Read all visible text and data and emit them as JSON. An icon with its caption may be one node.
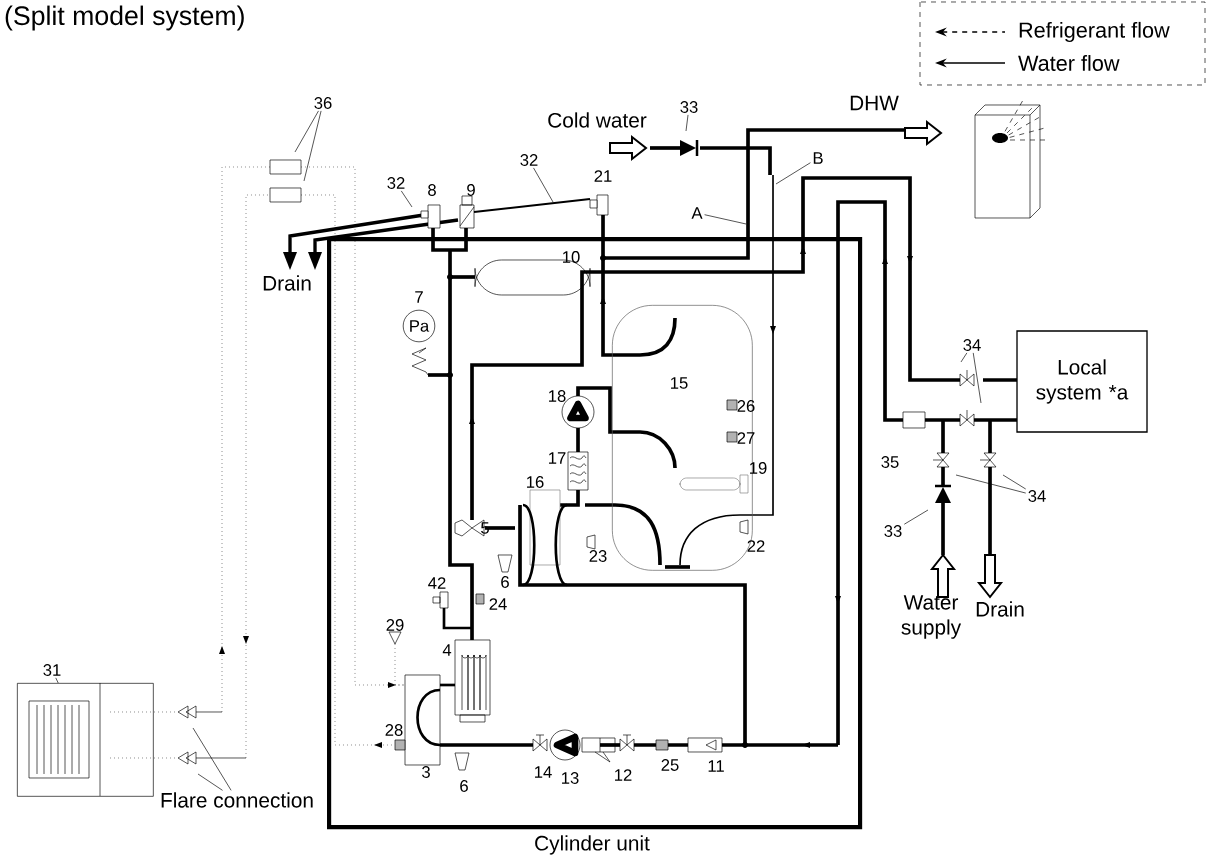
{
  "diagram": {
    "title": "(Split model system)",
    "nodes": [
      {
        "text": [
          "Cylinder unit"
        ]
      },
      {
        "text": [
          "Local system *a"
        ]
      },
      {
        "text": [
          "15"
        ],
        "in": 0
      },
      {
        "text": [
          "Pa"
        ],
        "beside": [
          "7"
        ],
        "in": 0
      },
      {
        "text": [],
        "shape": "picture"
      },
      {
        "text": [
          "31"
        ]
      },
      {
        "text": [
          "Flare connection"
        ]
      },
      {
        "text": [
          "36"
        ]
      },
      {
        "text": [
          "32"
        ]
      },
      {
        "text": [
          "32"
        ]
      },
      {
        "text": [
          "33"
        ]
      },
      {
        "text": [
          "A"
        ]
      },
      {
        "text": [
          "B"
        ]
      },
      {
        "text": [
          "34"
        ]
      },
      {
        "text": [
          "34"
        ]
      },
      {
        "text": [
          "33"
        ]
      }
    ],
    "edges": [
      {
        "from": 5,
        "to": 4,
        "arrow": "none"
      },
      {
        "from": 6,
        "to": null,
        "arrow": "none"
      },
      {
        "from": 6,
        "to": null,
        "arrow": "none"
      },
      {
        "from": 7,
        "to": null,
        "arrow": "none"
      },
      {
        "from": 7,
        "to": null,
        "arrow": "none"
      },
      {
        "from": 8,
        "to": null,
        "arrow": "none"
      },
      {
        "from": 9,
        "to": null,
        "arrow": "none"
      },
      {
        "from": 10,
        "to": null,
        "arrow": "none"
      },
      {
        "from": 11,
        "to": null,
        "arrow": "none"
      },
      {
        "from": 12,
        "to": null,
        "arrow": "none"
      },
      {
        "from": 13,
        "to": null,
        "arrow": "none"
      },
      {
        "from": 13,
        "to": null,
        "arrow": "none"
      },
      {
        "from": 14,
        "to": null,
        "arrow": "none"
      },
      {
        "from": 14,
        "to": null,
        "arrow": "none"
      },
      {
        "from": 15,
        "to": null,
        "arrow": "none"
      }
    ],
    "labels": [
      "Cold water",
      "DHW",
      "8",
      "9",
      "21",
      "Drain",
      "10",
      "18",
      "26",
      "27",
      "17",
      "19",
      "16",
      "5",
      "23",
      "22",
      "6",
      "35",
      "42",
      "24",
      "29",
      "4",
      "28",
      "3",
      "6",
      "14",
      "13",
      "12",
      "25",
      "11",
      "Water supply",
      "Drain"
    ],
    "legend": [
      {
        "text": "Refrigerant flow"
      },
      {
        "text": "Water flow"
      }
    ]
  }
}
